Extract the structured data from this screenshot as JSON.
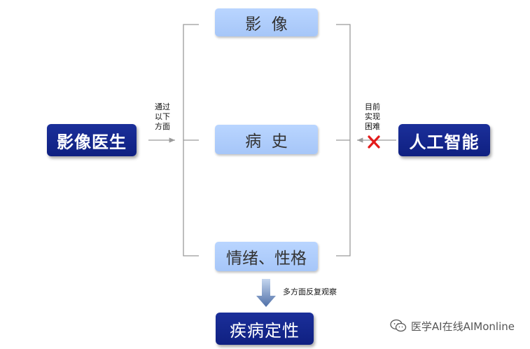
{
  "left_box": {
    "label": "影像医生"
  },
  "right_box": {
    "label": "人工智能"
  },
  "middle_items": [
    {
      "label": "影  像"
    },
    {
      "label": "病  史"
    },
    {
      "label": "情绪、性格"
    }
  ],
  "left_connector": {
    "label": "通过\n以下\n方面"
  },
  "right_connector": {
    "label": "目前\n实现\n困难"
  },
  "down_arrow": {
    "label": "多方面反复观察"
  },
  "bottom_box": {
    "label": "疾病定性"
  },
  "watermark": {
    "text": "医学AI在线AIMonline",
    "icon": "wechat-icon"
  },
  "colors": {
    "dark_box": "#14288c",
    "light_box": "#b3d0fc",
    "cross": "#e31b1b",
    "bracket": "#9a9a9a"
  }
}
